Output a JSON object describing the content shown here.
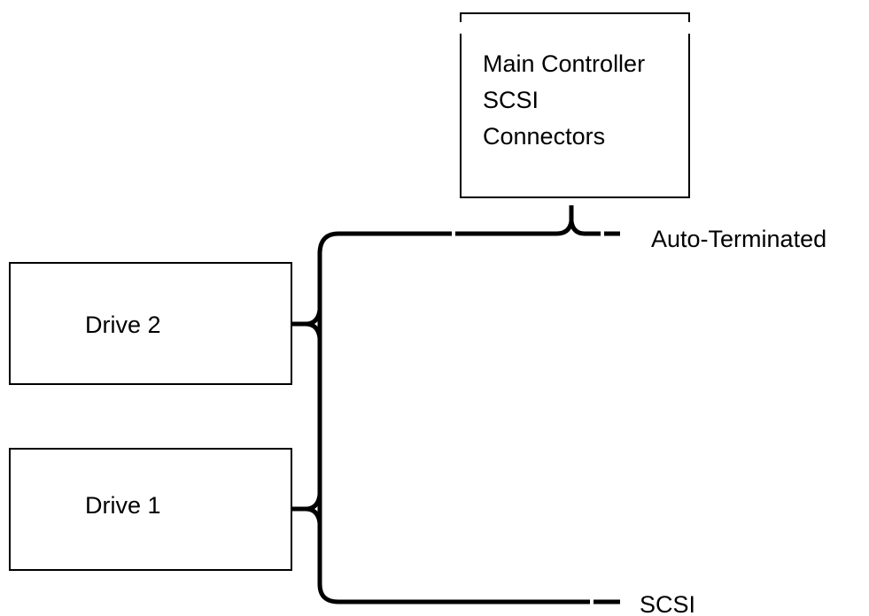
{
  "diagram": {
    "controller": {
      "lines": [
        "Main Controller",
        "SCSI",
        "Connectors"
      ]
    },
    "drive2": {
      "label": "Drive 2"
    },
    "drive1": {
      "label": "Drive 1"
    },
    "top_end_label": "Auto-Terminated",
    "bottom_end_label": "SCSI"
  }
}
